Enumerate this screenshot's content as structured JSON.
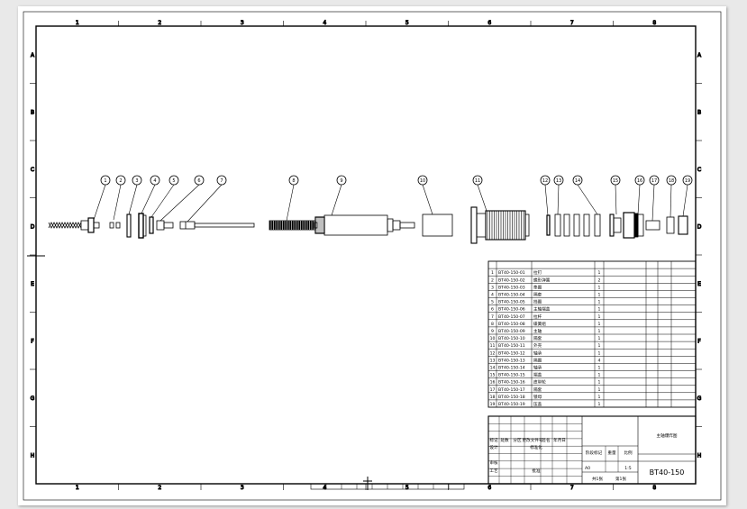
{
  "grid": {
    "columns": [
      "1",
      "2",
      "3",
      "4",
      "5",
      "6",
      "7",
      "8"
    ],
    "rows": [
      "A",
      "B",
      "C",
      "D",
      "E",
      "F",
      "G",
      "H"
    ]
  },
  "callouts": [
    "1",
    "2",
    "3",
    "4",
    "5",
    "6",
    "7",
    "8",
    "9",
    "10",
    "11",
    "12",
    "13",
    "14",
    "15",
    "16",
    "17",
    "18",
    "19"
  ],
  "bom": {
    "rows": [
      {
        "no": "1",
        "code": "BT40-150-01",
        "name": "拉钉",
        "qty": "1"
      },
      {
        "no": "2",
        "code": "BT40-150-02",
        "name": "蝶形弹簧",
        "qty": "2"
      },
      {
        "no": "3",
        "code": "BT40-150-03",
        "name": "垫圈",
        "qty": "1"
      },
      {
        "no": "4",
        "code": "BT40-150-04",
        "name": "隔套",
        "qty": "1"
      },
      {
        "no": "5",
        "code": "BT40-150-05",
        "name": "挡圈",
        "qty": "1"
      },
      {
        "no": "6",
        "code": "BT40-150-06",
        "name": "主轴端盖",
        "qty": "1"
      },
      {
        "no": "7",
        "code": "BT40-150-07",
        "name": "拉杆",
        "qty": "1"
      },
      {
        "no": "8",
        "code": "BT40-150-08",
        "name": "碟簧组",
        "qty": "1"
      },
      {
        "no": "9",
        "code": "BT40-150-09",
        "name": "主轴",
        "qty": "1"
      },
      {
        "no": "10",
        "code": "BT40-150-10",
        "name": "隔套",
        "qty": "1"
      },
      {
        "no": "11",
        "code": "BT40-150-11",
        "name": "外壳",
        "qty": "1"
      },
      {
        "no": "12",
        "code": "BT40-150-12",
        "name": "轴承",
        "qty": "1"
      },
      {
        "no": "13",
        "code": "BT40-150-13",
        "name": "隔圈",
        "qty": "4"
      },
      {
        "no": "14",
        "code": "BT40-150-14",
        "name": "轴承",
        "qty": "1"
      },
      {
        "no": "15",
        "code": "BT40-150-15",
        "name": "端盖",
        "qty": "1"
      },
      {
        "no": "16",
        "code": "BT40-150-16",
        "name": "皮带轮",
        "qty": "1"
      },
      {
        "no": "17",
        "code": "BT40-150-17",
        "name": "隔套",
        "qty": "1"
      },
      {
        "no": "18",
        "code": "BT40-150-18",
        "name": "锁母",
        "qty": "1"
      },
      {
        "no": "19",
        "code": "BT40-150-19",
        "name": "压盖",
        "qty": "1"
      }
    ]
  },
  "title_block": {
    "drawing_title": "主轴爆炸图",
    "drawing_code": "BT40-150",
    "sheet_size": "A0",
    "scale": "1:5",
    "left_labels": [
      "标记",
      "处数",
      "分区",
      "更改文件号",
      "签名",
      "年月日",
      "设计",
      "标准化",
      "审核",
      "工艺",
      "批准"
    ],
    "stage_label": "阶段标记",
    "weight_label": "重量",
    "scale_label": "比例",
    "sheets_label": "共1张",
    "sheet_no_label": "第1张"
  }
}
